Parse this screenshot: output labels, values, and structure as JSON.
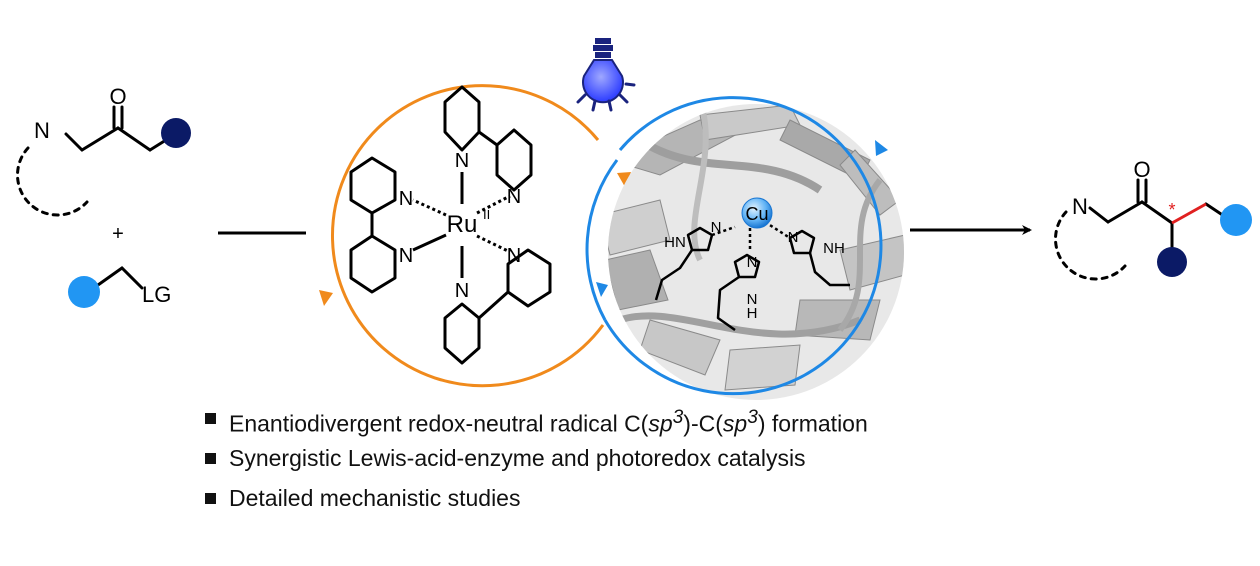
{
  "colors": {
    "orange": "#f08a1c",
    "blue": "#1e88e5",
    "navy": "#0b1a66",
    "ltblue": "#2196f3",
    "red": "#e02020",
    "bulb": "#3a4bff",
    "bulbBase": "#1a237e"
  },
  "left": {
    "n_label": "N",
    "o_label": "O",
    "plus": "+",
    "lg_label": "LG"
  },
  "ruthenium": {
    "metal": "Ru",
    "oxidation": "II",
    "n_label": "N"
  },
  "enzyme": {
    "metal": "Cu",
    "hn_label": "HN",
    "nh_label": "NH",
    "n_label": "N",
    "h_label": "H"
  },
  "product": {
    "n_label": "N",
    "o_label": "O",
    "stereo": "*"
  },
  "icons": {
    "light": "lightbulb-icon"
  },
  "bullets": [
    {
      "pre": "Enantiodivergent redox-neutral radical C(",
      "sp": "sp",
      "sup": "3",
      "mid": ")-C(",
      "sp2": "sp",
      "sup2": "3",
      "post": ") formation"
    },
    {
      "text": "Synergistic Lewis-acid-enzyme and photoredox catalysis"
    },
    {
      "text": "Detailed mechanistic studies"
    }
  ]
}
